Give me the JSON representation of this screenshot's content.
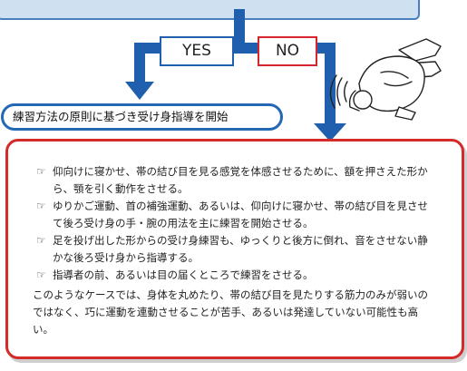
{
  "flow": {
    "yes_label": "YES",
    "no_label": "NO"
  },
  "start_box_text": "練習方法の原則に基づき受け身指導を開始",
  "items": [
    {
      "icon": "pointing-hand-icon",
      "text": "仰向けに寝かせ、帯の結び目を見る感覚を体感させるために、額を押さえた形から、顎を引く動作をさせる。"
    },
    {
      "icon": "pointing-hand-icon",
      "text": "ゆりかご運動、首の補強運動、あるいは、仰向けに寝かせ、帯の結び目を見させて後ろ受け身の手・腕の用法を主に練習を開始させる。"
    },
    {
      "icon": "pointing-hand-icon",
      "text": "足を投げ出した形からの受け身練習も、ゆっくりと後方に倒れ、音をさせない静かな後ろ受け身から指導する。"
    },
    {
      "icon": "pointing-hand-icon",
      "text": "指導者の前、あるいは目の届くところで練習をさせる。"
    }
  ],
  "summary": "このようなケースでは、身体を丸めたり、帯の結び目を見たりする筋力のみが弱いのではなく、巧に運動を連動させることが苦手、あるいは発達していない可能性も高い。",
  "colors": {
    "arrow_blue": "#1f5fae",
    "yes_border": "#1f5fae",
    "no_border": "#d6252e",
    "box_red": "#d42a2a",
    "top_fill": "#cfe0f1"
  }
}
